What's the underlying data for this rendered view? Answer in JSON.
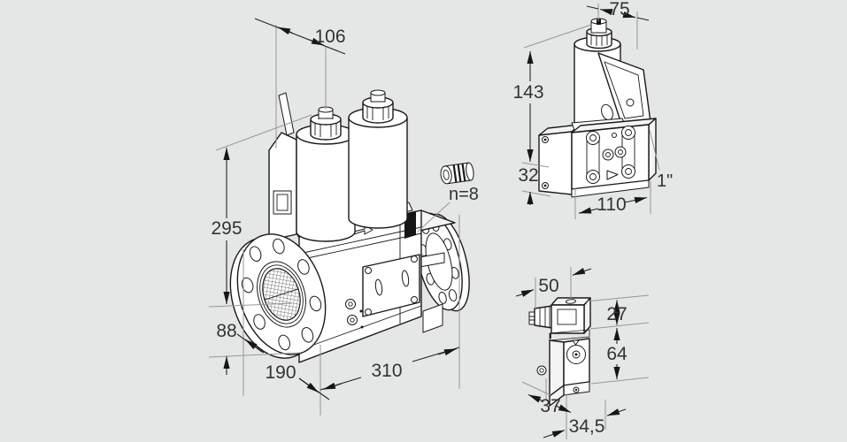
{
  "drawing": {
    "palette": {
      "background": "#e5e6e6",
      "object_line": "#1a1a1a",
      "extension_line": "#979797",
      "dimension_text": "#333333"
    },
    "views": {
      "main": {
        "dims": {
          "width_top": "106",
          "height_overall": "295",
          "height_axis": "88",
          "depth": "190",
          "length": "310",
          "bolt_note": "n=8"
        }
      },
      "side": {
        "dims": {
          "width_top": "75",
          "height_overall": "143",
          "height_body": "32",
          "width_body": "110",
          "connection": "1\""
        }
      },
      "detail": {
        "dims": {
          "width_top": "50",
          "height_connector": "27",
          "height_body": "64",
          "depth": "37",
          "width_body": "34,5"
        }
      }
    }
  }
}
